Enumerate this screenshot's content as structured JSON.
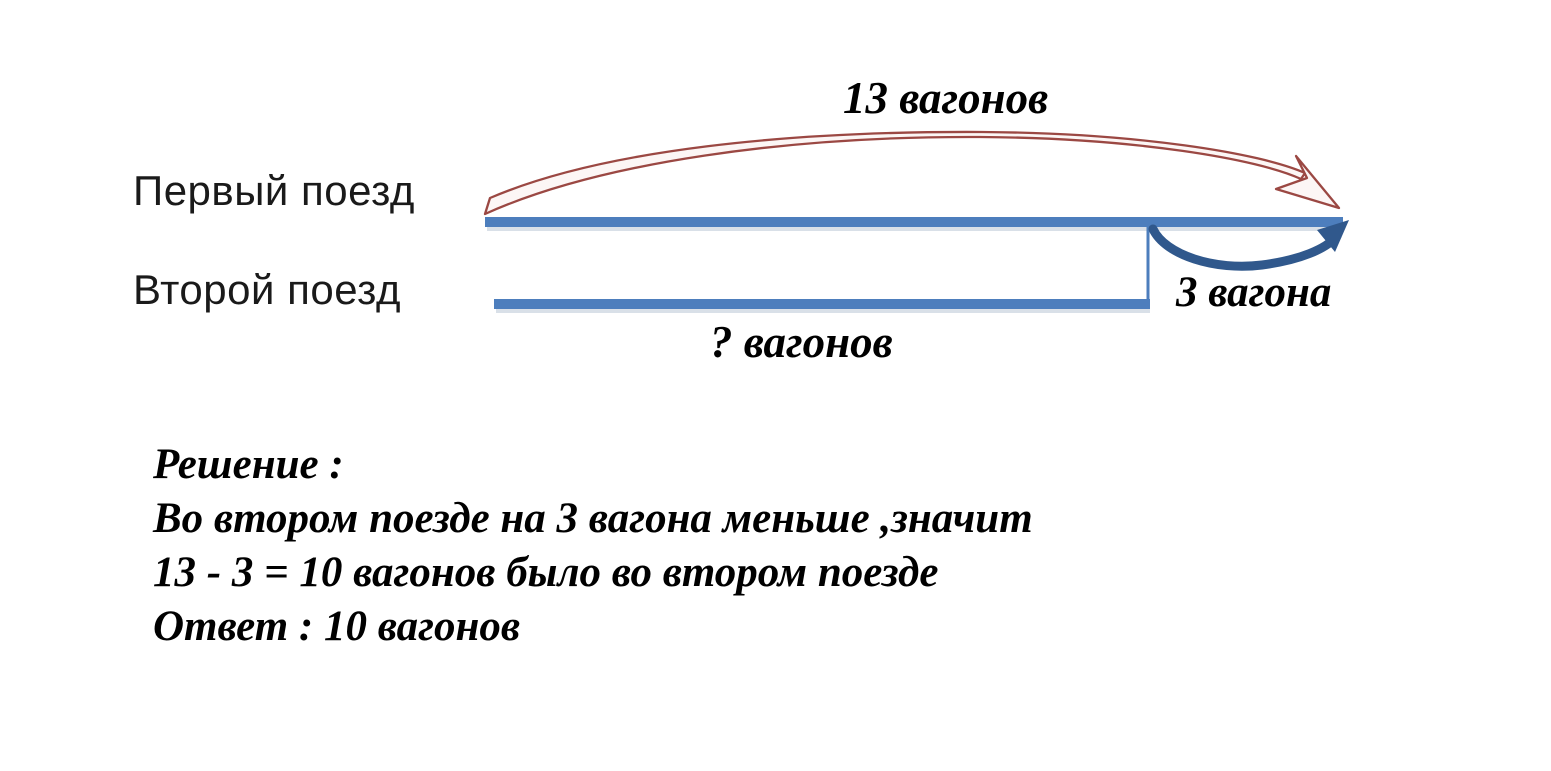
{
  "diagram": {
    "first_train_label": "Первый поезд",
    "second_train_label": "Второй поезд",
    "total_label": "13 вагонов",
    "difference_label": "3 вагона",
    "unknown_label": "? вагонов",
    "colors": {
      "bar_blue": "#4d7ebd",
      "arrow_red": "#9b4843",
      "arrow_dark_blue": "#30588c",
      "text_color": "#1a1a1a"
    }
  },
  "solution": {
    "heading": "Решение :",
    "line1": "Во втором поезде на 3 вагона меньше ,значит",
    "line2": "13 - 3 = 10 вагонов было во втором поезде",
    "answer": "Ответ : 10 вагонов"
  }
}
